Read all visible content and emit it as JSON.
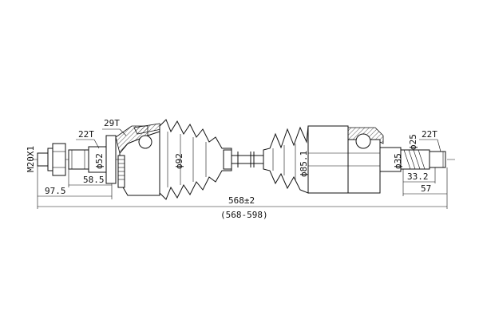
{
  "labels": {
    "thread": "M20X1",
    "left_spline_teeth": "22T",
    "abs_ring_teeth": "29T",
    "left_diameter": "ϕ52",
    "left_len_1": "58.5",
    "left_len_2": "97.5",
    "outer_boot_diameter": "ϕ92",
    "inner_boot_diameter": "ϕ85.1",
    "right_diameter_1": "ϕ35",
    "right_diameter_2": "ϕ25",
    "right_spline_teeth": "22T",
    "right_len_1": "33.2",
    "right_len_2": "57",
    "overall_length": "568±2",
    "length_range": "(568-598)"
  },
  "colors": {
    "line": "#111111",
    "background": "#ffffff"
  }
}
